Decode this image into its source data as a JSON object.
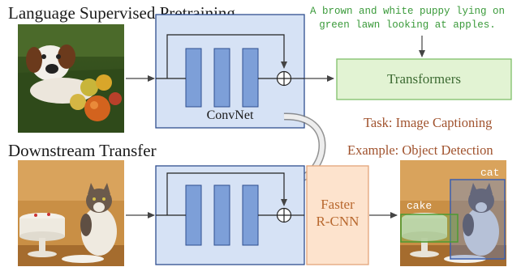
{
  "sections": {
    "pretrain_title": "Language Supervised Pretraining",
    "downstream_title": "Downstream Transfer"
  },
  "caption": {
    "line1": "A brown and white puppy lying on",
    "line2": "green lawn looking at apples."
  },
  "modules": {
    "convnet": "ConvNet",
    "transformers": "Transformers",
    "faster_rcnn_line1": "Faster",
    "faster_rcnn_line2": "R-CNN"
  },
  "tasks": {
    "captioning": "Task: Image Captioning",
    "detection": "Example: Object Detection"
  },
  "detections": {
    "cake": "cake",
    "cat": "cat"
  },
  "colors": {
    "convnet_fill": "#d6e2f5",
    "convnet_border": "#2f4f8f",
    "block_fill": "#7d9fd8",
    "transformer_fill": "#e2f3d3",
    "transformer_border": "#7fbf6a",
    "rcnn_fill": "#fde3cd",
    "rcnn_border": "#e3a57a",
    "task_text": "#a0522d",
    "caption_text": "#3a9a3a"
  }
}
